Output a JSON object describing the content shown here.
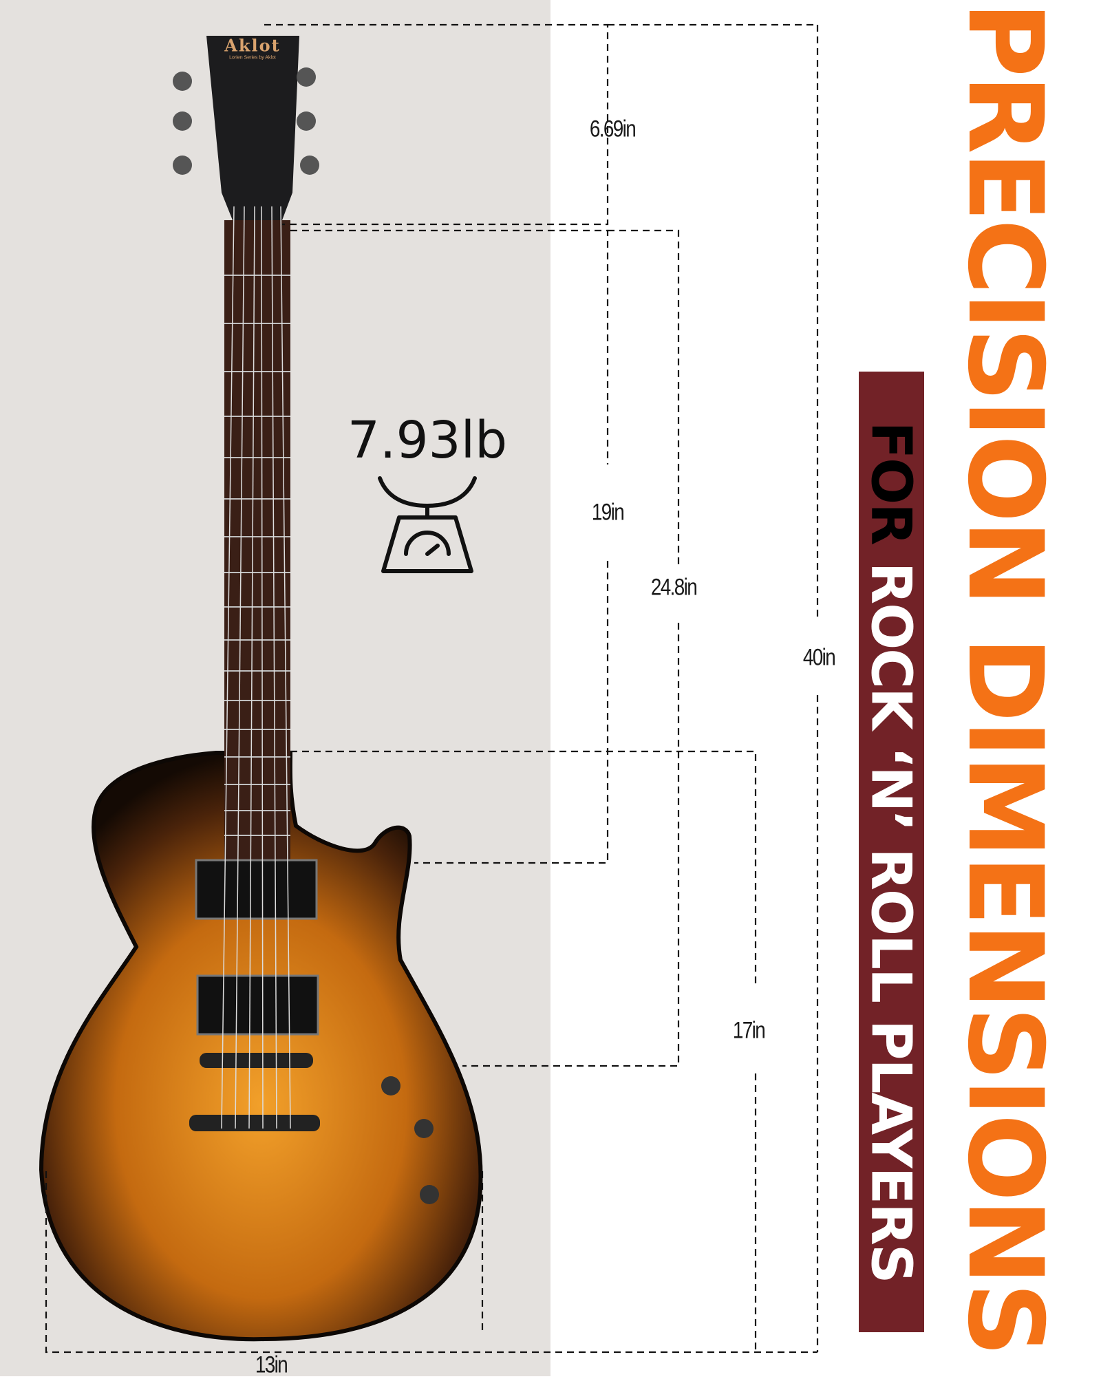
{
  "headline": "PRECISION DIMENSIONS",
  "subheadline": {
    "lead": "FOR",
    "rest": "ROCK ‘N’ ROLL PLAYERS"
  },
  "weight": {
    "value": "7.93lb",
    "icon": "weighing-scale-icon"
  },
  "dimensions": {
    "headstock": "6.69in",
    "neck": "19in",
    "scale_length": "24.8in",
    "overall_length": "40in",
    "body_length": "17in",
    "body_width": "13in"
  },
  "brand": {
    "logo": "Aklot",
    "series": "Lorien Series by Aklot"
  },
  "colors": {
    "accent": "#f47216",
    "band": "#722227",
    "panel": "#e4e1de"
  }
}
